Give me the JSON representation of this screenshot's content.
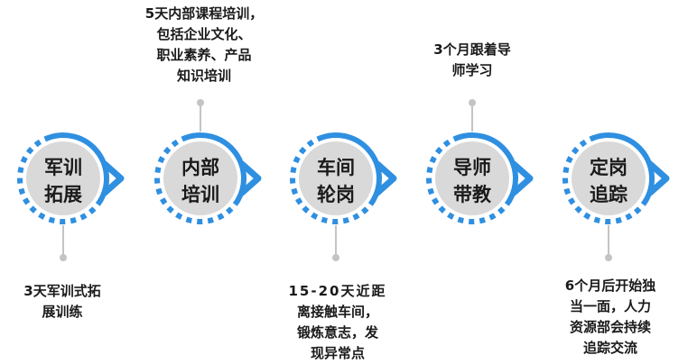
{
  "colors": {
    "ring": "#2f8fe0",
    "inner": "#d9d9d9",
    "connector": "#c4c4c4",
    "text": "#1a1a1a"
  },
  "stages": [
    {
      "label_lines": [
        "军训",
        "拓展"
      ],
      "desc_lines": [
        "3天军训式拓",
        "展训练"
      ]
    },
    {
      "label_lines": [
        "内部",
        "培训"
      ],
      "desc_lines": [
        "5天内部课程培训，",
        "包括企业文化、",
        "职业素养、产品",
        "知识培训"
      ]
    },
    {
      "label_lines": [
        "车间",
        "轮岗"
      ],
      "desc_lines": [
        "15-20天近距",
        "离接触车间，",
        "锻炼意志，发",
        "现异常点"
      ]
    },
    {
      "label_lines": [
        "导师",
        "带教"
      ],
      "desc_lines": [
        "3个月跟着导",
        "师学习"
      ]
    },
    {
      "label_lines": [
        "定岗",
        "追踪"
      ],
      "desc_lines": [
        "6个月后开始独",
        "当一面，人力",
        "资源部会持续",
        "追踪交流"
      ]
    }
  ]
}
